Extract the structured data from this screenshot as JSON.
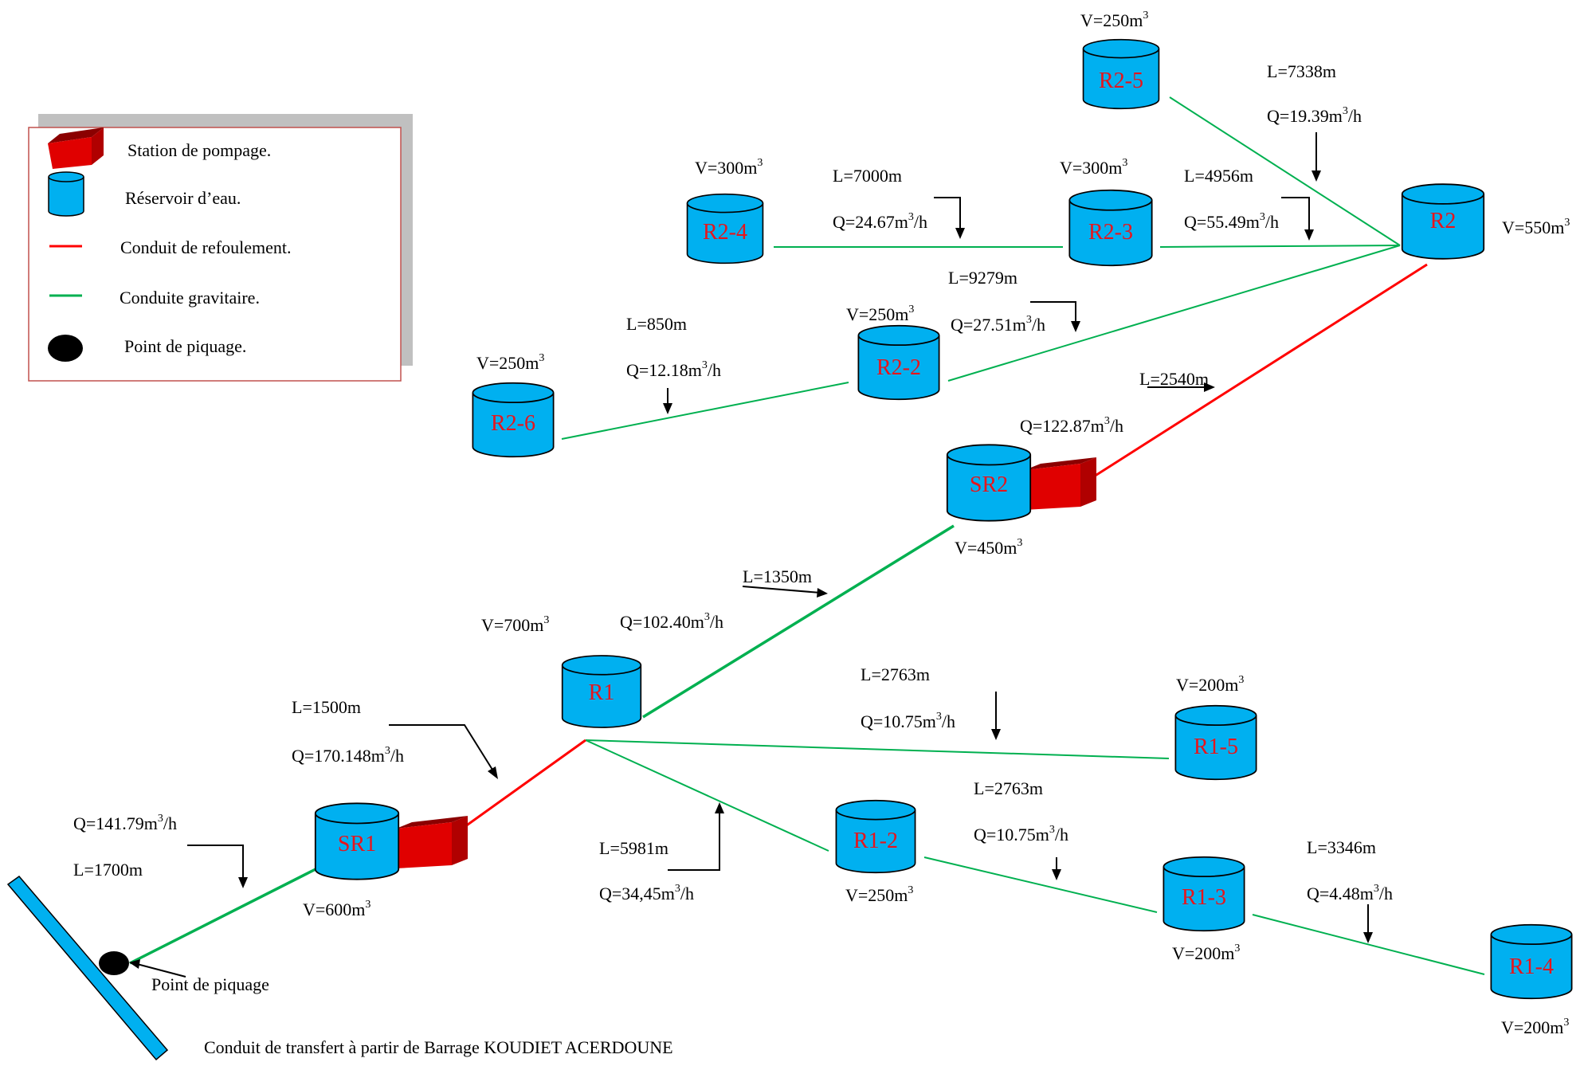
{
  "legend": {
    "items": [
      {
        "icon": "pump-station-icon",
        "label": "Station de pompage."
      },
      {
        "icon": "water-tank-icon",
        "label": "Réservoir d’eau."
      },
      {
        "icon": "red-line-icon",
        "label": "Conduit de refoulement."
      },
      {
        "icon": "green-line-icon",
        "label": "Conduite gravitaire."
      },
      {
        "icon": "black-dot-icon",
        "label": "Point de piquage."
      }
    ]
  },
  "colors": {
    "tank": "#00b0f0",
    "pump": "#d40000",
    "discharge_line": "#ff0000",
    "gravity_line": "#00b050",
    "legend_border": "#c0504d"
  },
  "tanks": {
    "R2_5": {
      "name": "R2-5",
      "volume": "V=250m"
    },
    "R2_4": {
      "name": "R2-4",
      "volume": "V=300m"
    },
    "R2_3": {
      "name": "R2-3",
      "volume": "V=300m"
    },
    "R2": {
      "name": "R2",
      "volume": "V=550m"
    },
    "R2_2": {
      "name": "R2-2",
      "volume": "V=250m"
    },
    "R2_6": {
      "name": "R2-6",
      "volume": "V=250m"
    },
    "SR2": {
      "name": "SR2",
      "volume": "V=450m"
    },
    "R1": {
      "name": "R1",
      "volume": "V=700m"
    },
    "R1_5": {
      "name": "R1-5",
      "volume": "V=200m"
    },
    "SR1": {
      "name": "SR1",
      "volume": "V=600m"
    },
    "R1_2": {
      "name": "R1-2",
      "volume": "V=250m"
    },
    "R1_3": {
      "name": "R1-3",
      "volume": "V=200m"
    },
    "R1_4": {
      "name": "R1-4",
      "volume": "V=200m"
    }
  },
  "segments": {
    "r2_5_r2": {
      "length": "L=7338m",
      "flow": "Q=19.39m",
      "flow_unit": "/h"
    },
    "r2_4_r2_3": {
      "length": "L=7000m",
      "flow": "Q=24.67m",
      "flow_unit": "/h"
    },
    "r2_3_r2": {
      "length": "L=4956m",
      "flow": "Q=55.49m",
      "flow_unit": "/h"
    },
    "r2_2_r2": {
      "length": "L=9279m",
      "flow": "Q=27.51m",
      "flow_unit": "/h"
    },
    "r2_6_r2_2": {
      "length": "L=850m",
      "flow": "Q=12.18m",
      "flow_unit": "/h"
    },
    "sr2_r2": {
      "length": "L=2540m",
      "flow": "Q=122.87m",
      "flow_unit": "/h"
    },
    "r1_sr2": {
      "length": "L=1350m",
      "flow": "Q=102.40m",
      "flow_unit": "/h"
    },
    "r1_r1_5": {
      "length": "L=2763m",
      "flow": "Q=10.75m",
      "flow_unit": "/h"
    },
    "sr1_r1": {
      "length": "L=1500m",
      "flow": "Q=170.148m",
      "flow_unit": "/h"
    },
    "r1_r1_2": {
      "length": "L=5981m",
      "flow": "Q=34,45m",
      "flow_unit": "/h"
    },
    "r1_2_r1_3": {
      "length": "L=2763m",
      "flow": "Q=10.75m",
      "flow_unit": "/h"
    },
    "r1_3_r1_4": {
      "length": "L=3346m",
      "flow": "Q=4.48m",
      "flow_unit": "/h"
    },
    "tap_sr1": {
      "length": "L=1700m",
      "flow": "Q=141.79m",
      "flow_unit": "/h"
    }
  },
  "superscript": "3",
  "tap_label": "Point de piquage",
  "transfer_caption": "Conduit de transfert à partir de Barrage KOUDIET ACERDOUNE"
}
